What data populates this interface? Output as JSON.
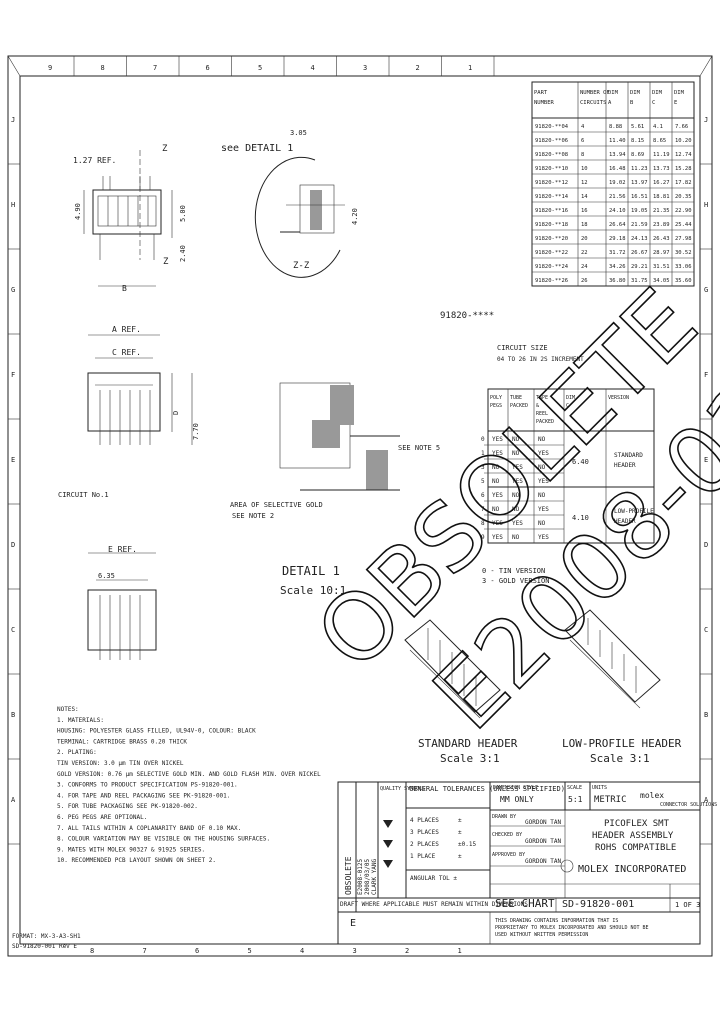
{
  "grid": {
    "top": [
      "9",
      "8",
      "7",
      "6",
      "5",
      "4",
      "3",
      "2",
      "1"
    ],
    "bottom": [
      "8",
      "7",
      "6",
      "5",
      "4",
      "3",
      "2",
      "1"
    ],
    "left": [
      "J",
      "H",
      "G",
      "F",
      "E",
      "D",
      "C",
      "B",
      "A"
    ],
    "right": [
      "J",
      "H",
      "G",
      "F",
      "E",
      "D",
      "C",
      "B",
      "A"
    ]
  },
  "part_table": {
    "headers": [
      "PART NUMBER",
      "NUMBER OF CIRCUITS",
      "DIM A",
      "DIM B",
      "DIM C",
      "DIM E"
    ],
    "rows": [
      [
        "91820-**04",
        "4",
        "8.88",
        "5.61",
        "4.1",
        "7.66"
      ],
      [
        "91820-**06",
        "6",
        "11.40",
        "8.15",
        "8.65",
        "10.20"
      ],
      [
        "91820-**08",
        "8",
        "13.94",
        "8.69",
        "11.19",
        "12.74"
      ],
      [
        "91820-**10",
        "10",
        "16.48",
        "11.23",
        "13.73",
        "15.28"
      ],
      [
        "91820-**12",
        "12",
        "19.02",
        "13.97",
        "16.27",
        "17.82"
      ],
      [
        "91820-**14",
        "14",
        "21.56",
        "16.51",
        "18.81",
        "20.35"
      ],
      [
        "91820-**16",
        "16",
        "24.10",
        "19.05",
        "21.35",
        "22.90"
      ],
      [
        "91820-**18",
        "18",
        "26.64",
        "21.59",
        "23.89",
        "25.44"
      ],
      [
        "91820-**20",
        "20",
        "29.18",
        "24.13",
        "26.43",
        "27.98"
      ],
      [
        "91820-**22",
        "22",
        "31.72",
        "26.67",
        "28.97",
        "30.52"
      ],
      [
        "91820-**24",
        "24",
        "34.26",
        "29.21",
        "31.51",
        "33.06"
      ],
      [
        "91820-**26",
        "26",
        "36.80",
        "31.75",
        "34.05",
        "35.60"
      ]
    ]
  },
  "option_table": {
    "headers": [
      "POLY PEGS",
      "TUBE PACKED",
      "TAPE & REEL PACKED",
      "DIM C",
      "VERSION"
    ],
    "rows": [
      [
        "0",
        "YES",
        "NO",
        "NO"
      ],
      [
        "1",
        "YES",
        "NO",
        "YES"
      ],
      [
        "3",
        "NO",
        "YES",
        "NO"
      ],
      [
        "5",
        "NO",
        "YES",
        "YES"
      ],
      [
        "6",
        "YES",
        "NO",
        "NO"
      ],
      [
        "7",
        "NO",
        "NO",
        "YES"
      ],
      [
        "8",
        "YES",
        "YES",
        "NO"
      ],
      [
        "9",
        "YES",
        "NO",
        "YES"
      ]
    ],
    "dim_c": [
      "6.40",
      "4.10"
    ],
    "versions": [
      "STANDARD HEADER",
      "LOW-PROFILE HEADER"
    ]
  },
  "labels": {
    "part_code": "91820-****",
    "circuit_size": "CIRCUIT SIZE",
    "circuit_range": "04 TO 26 IN 2S INCREMENT",
    "see_detail": "see DETAIL 1",
    "section": "Z-Z",
    "detail_title": "DETAIL 1",
    "detail_scale": "Scale 10:1",
    "see_note5": "SEE NOTE 5",
    "selective_gold": "AREA OF SELECTIVE GOLD",
    "see_note2": "SEE NOTE 2",
    "circuit_no": "CIRCUIT No.1",
    "tin_version": "0 - TIN VERSION",
    "gold_version": "3 - GOLD VERSION",
    "std_header": "STANDARD HEADER",
    "std_scale": "Scale 3:1",
    "lp_header": "LOW-PROFILE HEADER",
    "lp_scale": "Scale 3:1",
    "dim_305": "3.05",
    "dim_127": "1.27 REF.",
    "dim_z": "Z",
    "dim_b": "B",
    "dim_a": "A REF.",
    "dim_c": "C REF.",
    "dim_e": "E REF.",
    "dim_d": "D",
    "dim_500": "5.00",
    "dim_240": "2.40",
    "dim_490": "4.90",
    "dim_635": "6.35",
    "dim_770": "7.70",
    "dim_420": "4.20"
  },
  "notes": [
    "NOTES:",
    "1. MATERIALS:",
    "   HOUSING: POLYESTER GLASS FILLED, UL94V-0, COLOUR: BLACK",
    "   TERMINAL: CARTRIDGE BRASS 0.20 THICK",
    "2. PLATING:",
    "   TIN VERSION: 3.0 µm TIN OVER NICKEL",
    "   GOLD VERSION: 0.76 µm SELECTIVE GOLD MIN. AND GOLD FLASH MIN. OVER NICKEL",
    "3. CONFORMS TO PRODUCT SPECIFICATION PS-91820-001.",
    "4. FOR TAPE AND REEL PACKAGING SEE PK-91820-001.",
    "5. FOR TUBE PACKAGING SEE PK-91820-002.",
    "6. PEG PEGS ARE OPTIONAL.",
    "7. ALL TAILS WITHIN A COPLANARITY BAND OF 0.10 MAX.",
    "8. COLOUR VARIATION MAY BE VISIBLE ON THE HOUSING SURFACES.",
    "9. MATES WITH MOLEX 90327 & 91925 SERIES.",
    "10. RECOMMENDED PCB LAYOUT SHOWN ON SHEET 2."
  ],
  "title_block": {
    "obsolete": "OBSOLETE",
    "revision_cols": [
      "E2008-0125",
      "2008/03/05",
      "CLARK YANG"
    ],
    "quality": "QUALITY SYMBOLS",
    "tolerances": "GENERAL TOLERANCES (UNLESS SPECIFIED)",
    "tol_rows": [
      [
        "4 PLACES",
        "±"
      ],
      [
        "3 PLACES",
        "±"
      ],
      [
        "2 PLACES",
        "±0.15"
      ],
      [
        "1 PLACE",
        "±"
      ]
    ],
    "angular": "ANGULAR TOL ±",
    "dim_style": "DIMENSION STYLE",
    "mm_only": "MM ONLY",
    "scale_label": "SCALE",
    "scale": "5:1",
    "units_label": "UNITS",
    "units": "METRIC",
    "drawn_by": "DRAWN BY",
    "drawn_name": "GORDON TAN",
    "checked_by": "CHECKED BY",
    "checked_name": "GORDON TAN",
    "approved_by": "APPROVED BY",
    "approved_name": "GORDON TAN",
    "title1": "PICOFLEX SMT",
    "title2": "HEADER ASSEMBLY",
    "title3": "ROHS COMPATIBLE",
    "company": "MOLEX INCORPORATED",
    "brand": "molex",
    "brand_sub": "CONNECTOR SOLUTIONS",
    "draft_note": "DRAFT WHERE APPLICABLE MUST REMAIN WITHIN DIMENSIONS",
    "see_chart": "SEE CHART",
    "doc_no": "SD-91820-001",
    "sheet": "1 OF 3",
    "rev": "E",
    "proprietary": "THIS DRAWING CONTAINS INFORMATION THAT IS PROPRIETARY TO MOLEX INCORPORATED AND SHOULD NOT BE USED WITHOUT WRITTEN PERMISSION",
    "format": "FORMAT: MX-3-A3-SH1",
    "format2": "SD-91820-001 Rev E"
  },
  "watermark": {
    "line1": "OBSOLETE",
    "line2": "E2008-0125"
  }
}
